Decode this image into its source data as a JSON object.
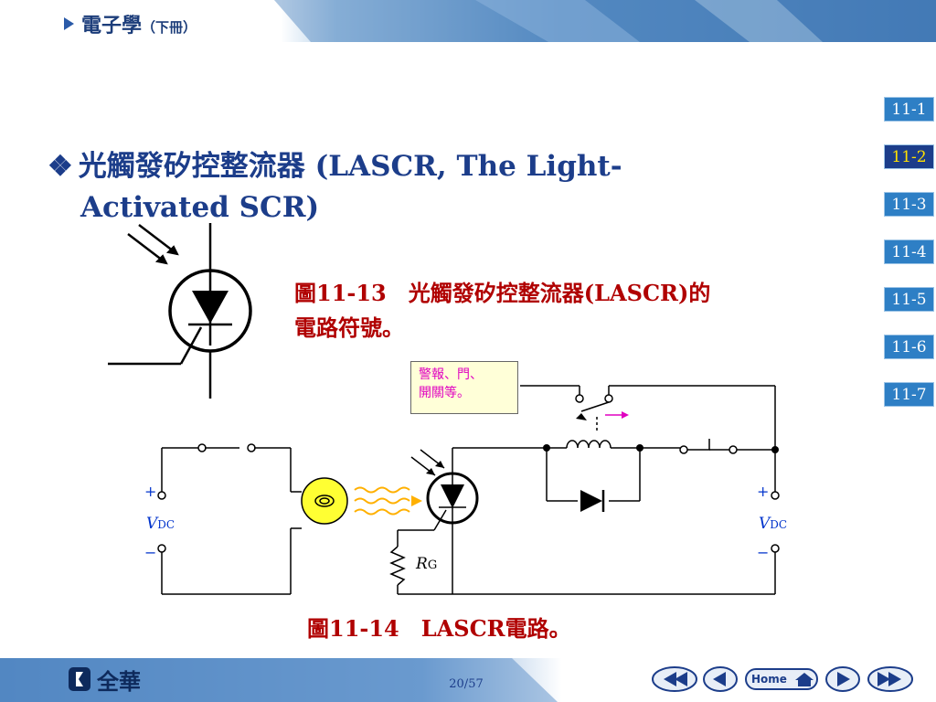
{
  "header": {
    "title": "電子學",
    "subtitle": "（下冊）"
  },
  "nav": {
    "items": [
      {
        "label": "11-1",
        "active": false
      },
      {
        "label": "11-2",
        "active": true
      },
      {
        "label": "11-3",
        "active": false
      },
      {
        "label": "11-4",
        "active": false
      },
      {
        "label": "11-5",
        "active": false
      },
      {
        "label": "11-6",
        "active": false
      },
      {
        "label": "11-7",
        "active": false
      }
    ]
  },
  "slide": {
    "bullet": "❖",
    "title_line1": "光觸發矽控整流器 (LASCR, The Light-",
    "title_line2": "Activated SCR)",
    "figure1_caption_line1": "圖11-13　光觸發矽控整流器(LASCR)的",
    "figure1_caption_line2": "電路符號。",
    "alarm_line1": "警報、門、",
    "alarm_line2": "開關等。",
    "plus": "+",
    "minus": "−",
    "vdc_v": "V",
    "vdc_sub": "DC",
    "rg_r": "R",
    "rg_sub": "G",
    "figure2_caption": "圖11-14　LASCR電路。"
  },
  "footer": {
    "logo_text": "全華",
    "page": "20/57",
    "home_label": "Home"
  },
  "colors": {
    "nav_bg": "#2e7fc5",
    "nav_active_bg": "#1c3d8a",
    "nav_active_text": "#ffe000",
    "title": "#1c3d8a",
    "caption": "#b00000",
    "alarm_text": "#e000c0",
    "lamp": "#ffff33",
    "light_wave": "#ffb000",
    "label_blue": "#0033cc"
  }
}
